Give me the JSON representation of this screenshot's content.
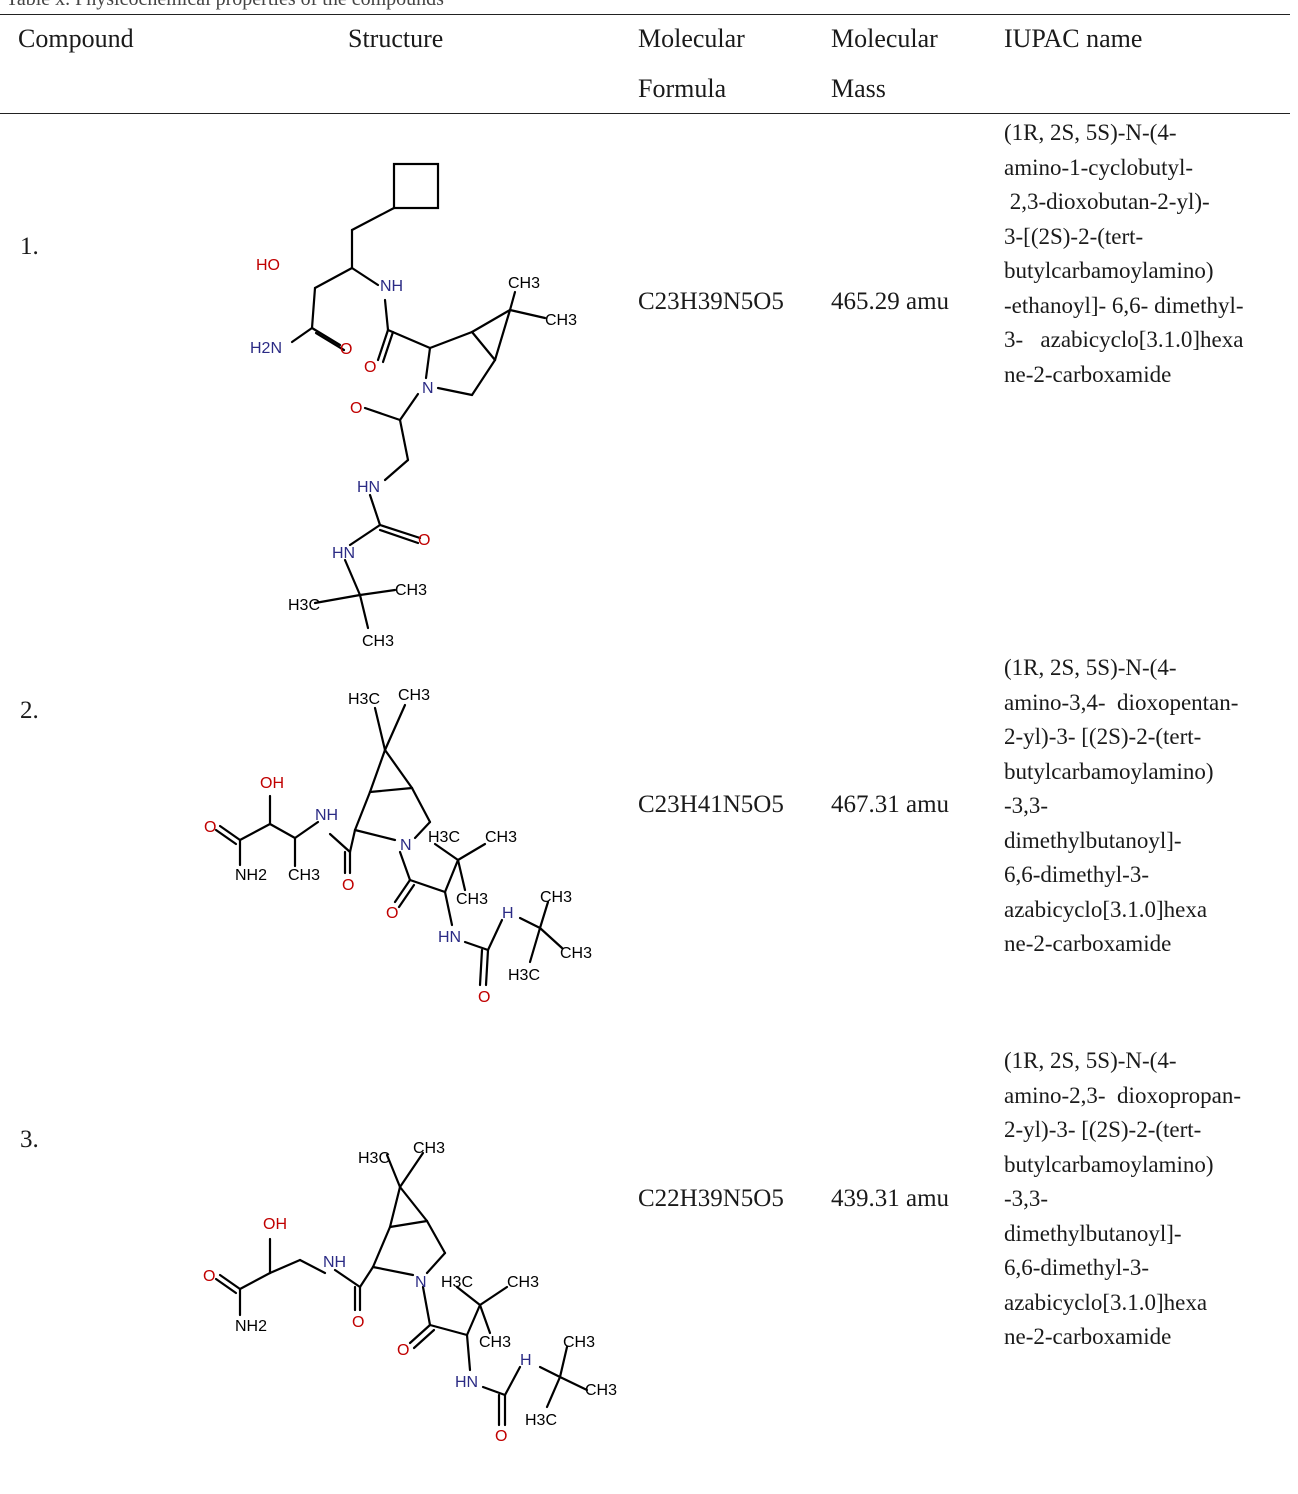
{
  "caption_fragment": "Table x. Physicochemical properties of the compounds",
  "headers": {
    "compound": "Compound",
    "structure": "Structure",
    "formula_l1": "Molecular",
    "formula_l2": "Formula",
    "mass_l1": "Molecular",
    "mass_l2": "Mass",
    "iupac": "IUPAC name"
  },
  "rows": [
    {
      "number": "1.",
      "formula": "C23H39N5O5",
      "mass": "465.29 amu",
      "iupac_lines": [
        "(1R, 2S, 5S)-N-(4-",
        "amino-1-cyclobutyl-",
        " 2,3-dioxobutan-2-yl)-",
        "3-[(2S)-2-(tert-",
        "butylcarbamoylamino)",
        "-ethanoyl]- 6,6- dimethyl-",
        "3-   azabicyclo[3.1.0]hexa",
        "ne-2-carboxamide"
      ],
      "structure_labels": {
        "ho": "HO",
        "nh": "NH",
        "h2n": "H2N",
        "o1": "O",
        "o2": "O",
        "n": "N",
        "o3": "O",
        "hn1": "HN",
        "o4": "O",
        "hn2": "HN",
        "ch3a": "CH3",
        "ch3b": "CH3",
        "h3c": "H3C",
        "ch3c": "CH3",
        "ch3d": "CH3"
      }
    },
    {
      "number": "2.",
      "formula": "C23H41N5O5",
      "mass": "467.31 amu",
      "iupac_lines": [
        "(1R, 2S, 5S)-N-(4-",
        "amino-3,4-  dioxopentan-",
        "2-yl)-3- [(2S)-2-(tert-",
        "butylcarbamoylamino)",
        "-3,3-",
        "dimethylbutanoyl]-",
        "6,6-dimethyl-3-",
        "azabicyclo[3.1.0]hexa",
        "ne-2-carboxamide"
      ],
      "structure_labels": {
        "oh": "OH",
        "o1": "O",
        "nh2": "NH2",
        "ch3": "CH3",
        "nh": "NH",
        "o2": "O",
        "n": "N",
        "h3c1": "H3C",
        "ch3a": "CH3",
        "h3c2": "H3C",
        "ch3b": "CH3",
        "ch3c": "CH3",
        "o3": "O",
        "hn": "HN",
        "h": "H",
        "ch3d": "CH3",
        "ch3e": "CH3",
        "h3c3": "H3C",
        "o4": "O"
      }
    },
    {
      "number": "3.",
      "formula": "C22H39N5O5",
      "mass": "439.31 amu",
      "iupac_lines": [
        "(1R, 2S, 5S)-N-(4-",
        "amino-2,3-  dioxopropan-",
        "2-yl)-3- [(2S)-2-(tert-",
        "butylcarbamoylamino)",
        "-3,3-",
        "dimethylbutanoyl]-",
        "6,6-dimethyl-3-",
        "azabicyclo[3.1.0]hexa",
        "ne-2-carboxamide"
      ],
      "structure_labels": {
        "oh": "OH",
        "o1": "O",
        "nh2": "NH2",
        "nh": "NH",
        "o2": "O",
        "n": "N",
        "h3c1": "H3C",
        "ch3a": "CH3",
        "h3c2": "H3C",
        "ch3b": "CH3",
        "ch3c": "CH3",
        "o3": "O",
        "hn": "HN",
        "h": "H",
        "ch3d": "CH3",
        "ch3e": "CH3",
        "h3c3": "H3C",
        "o4": "O"
      }
    }
  ]
}
